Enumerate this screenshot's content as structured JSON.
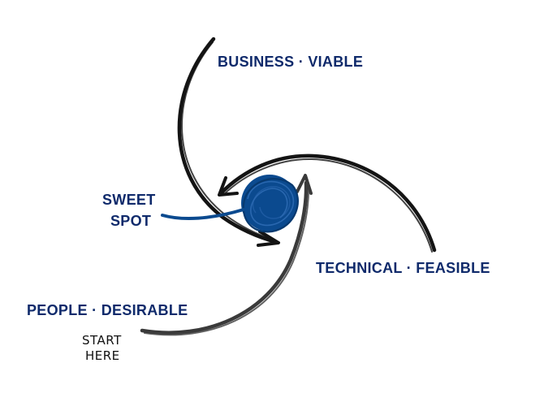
{
  "diagram": {
    "labels": {
      "business": "BUSINESS · VIABLE",
      "sweet_spot_line1": "SWEET",
      "sweet_spot_line2": "SPOT",
      "technical": "TECHNICAL · FEASIBLE",
      "people": "PEOPLE · DESIRABLE",
      "start_line1": "START",
      "start_line2": "HERE"
    },
    "colors": {
      "label_text": "#0f2a6b",
      "sweet_spot_fill": "#0b4a8f",
      "curve_stroke": "#141414",
      "people_curve_stroke": "#3a3a3a"
    }
  }
}
